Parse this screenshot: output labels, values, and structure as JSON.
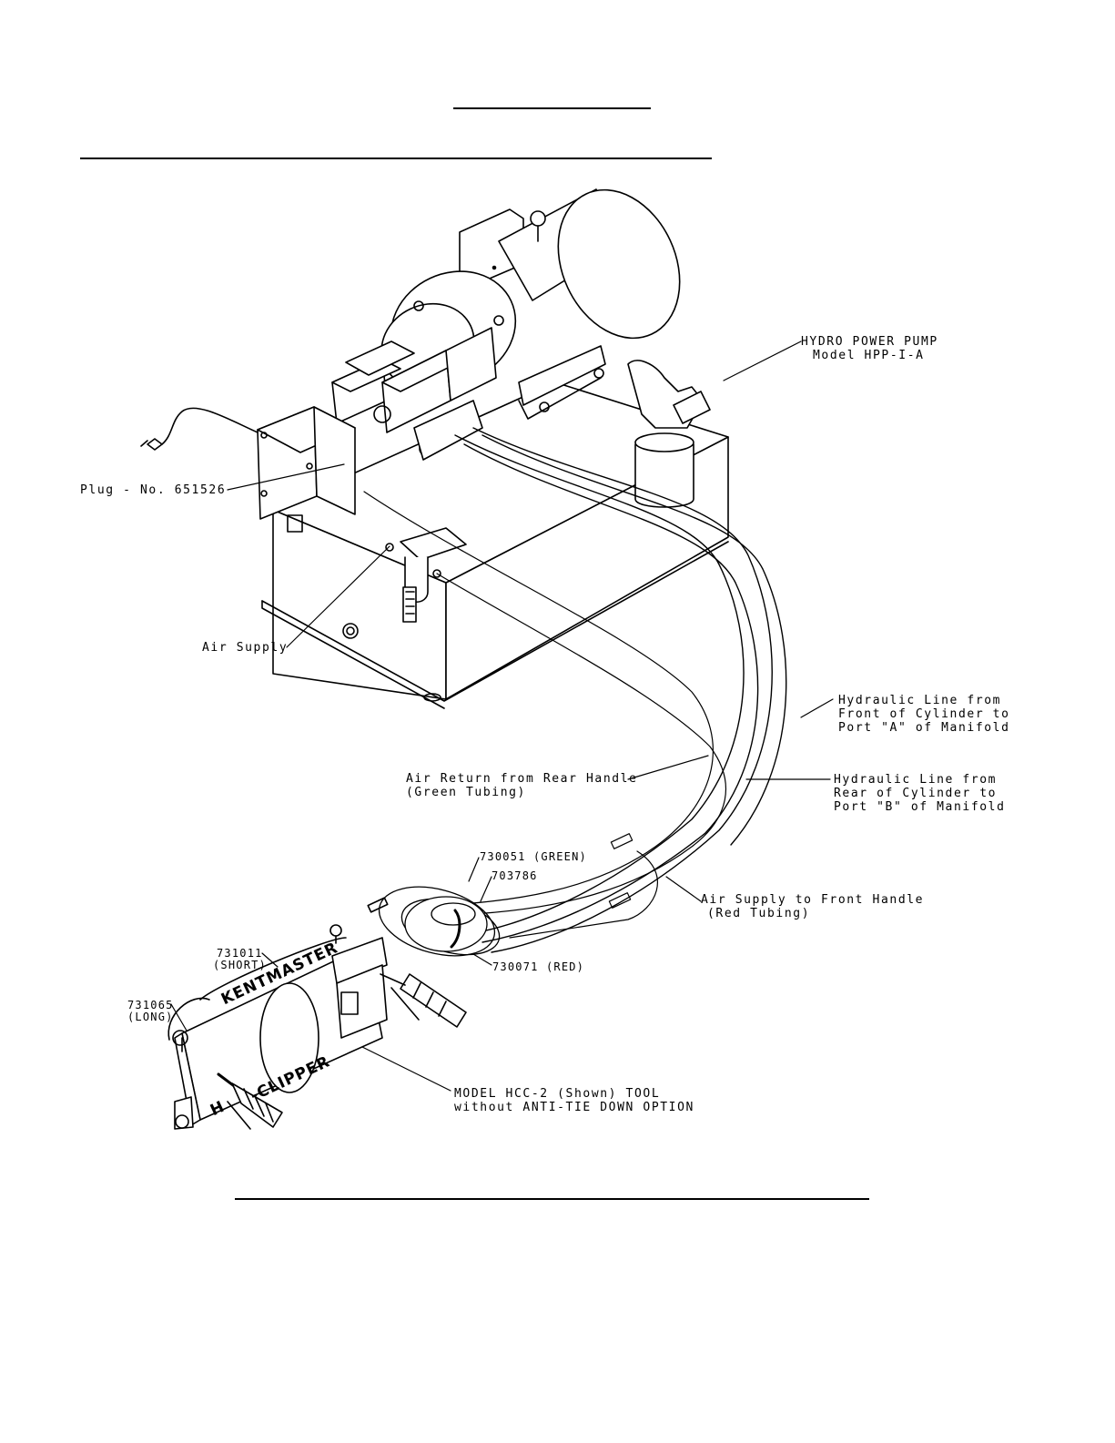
{
  "labels": {
    "pump_line1": "HYDRO POWER PUMP",
    "pump_line2": "Model HPP-I-A",
    "plug": "Plug - No. 651526",
    "air_supply": "Air Supply",
    "hyd_front_1": "Hydraulic Line from",
    "hyd_front_2": "Front of Cylinder to",
    "hyd_front_3": "Port \"A\" of Manifold",
    "air_return_1": "Air Return from Rear Handle",
    "air_return_2": "(Green Tubing)",
    "hyd_rear_1": "Hydraulic Line from",
    "hyd_rear_2": "Rear of Cylinder to",
    "hyd_rear_3": "Port \"B\" of Manifold",
    "part_730051": "730051 (GREEN)",
    "part_703786": "703786",
    "air_front_1": "Air Supply to Front Handle",
    "air_front_2": "(Red Tubing)",
    "part_731011_1": "731011",
    "part_731011_2": "(SHORT)",
    "part_731065_1": "731065",
    "part_731065_2": "(LONG)",
    "part_730071": "730071 (RED)",
    "model_1": "MODEL HCC-2 (Shown) TOOL",
    "model_2": "without ANTI-TIE DOWN OPTION",
    "brand_1": "KENTMASTER",
    "brand_2": "H",
    "brand_3": "-CLIPPER"
  }
}
